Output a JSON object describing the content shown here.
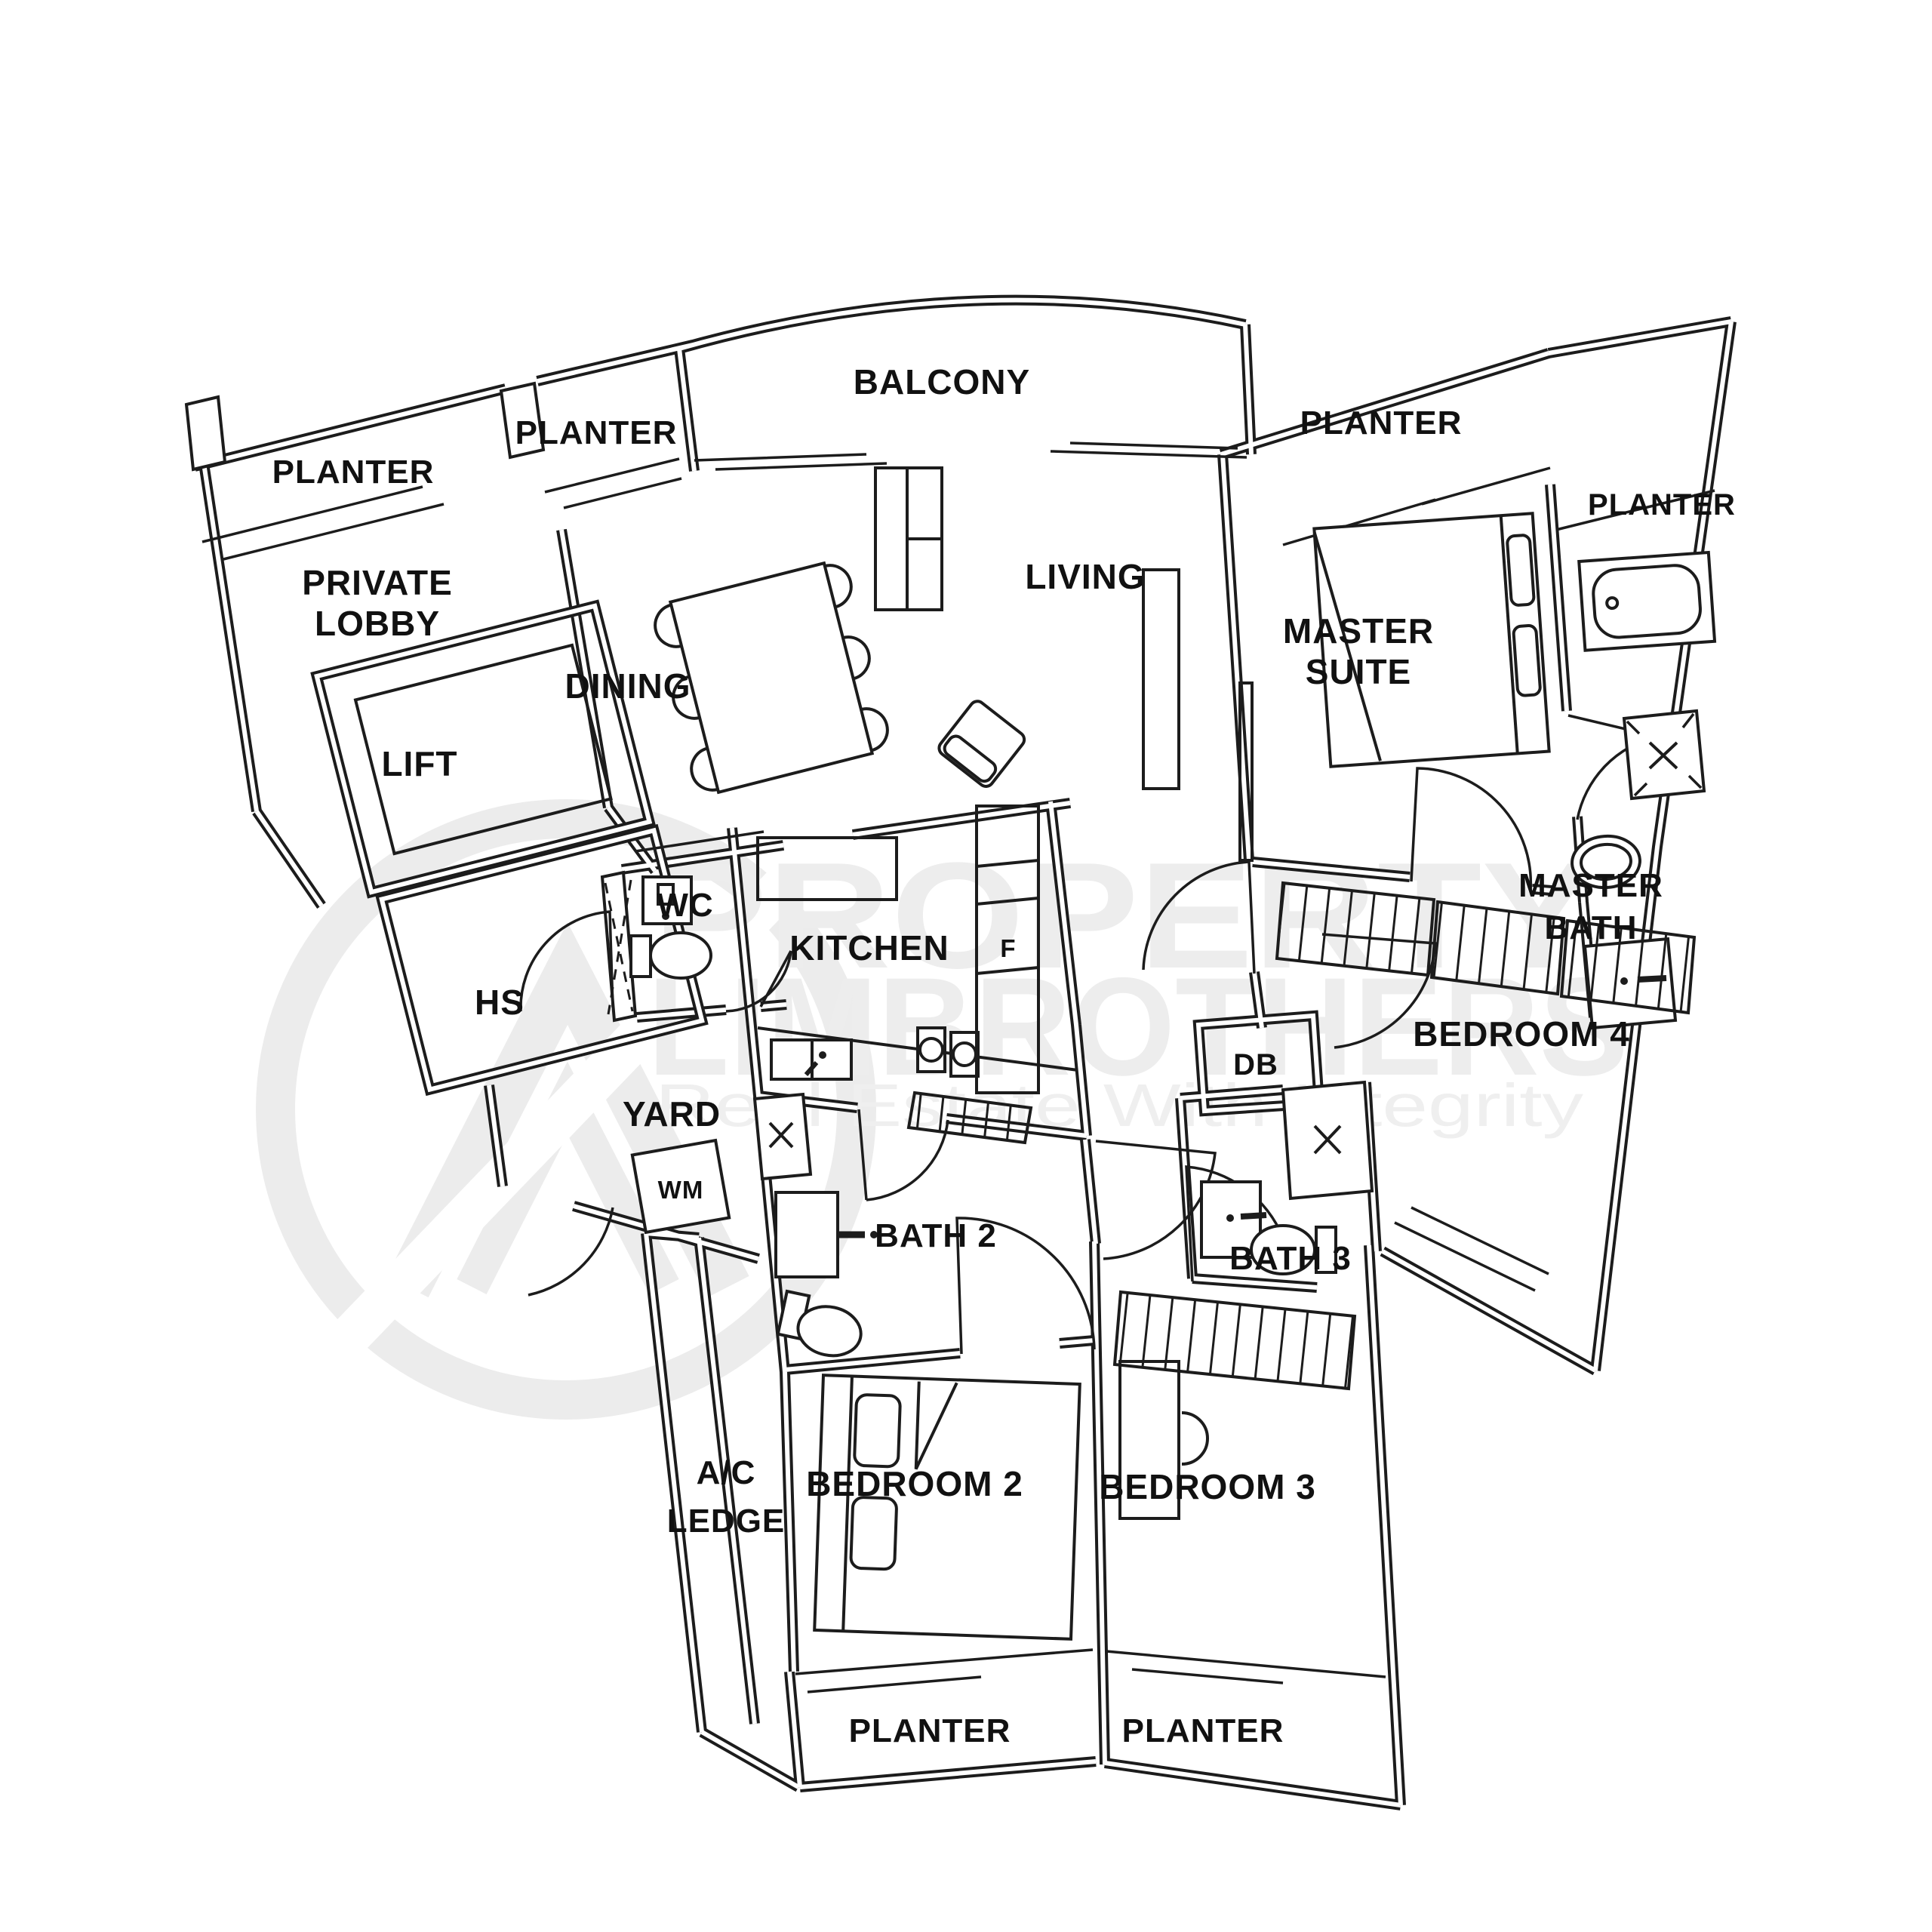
{
  "watermark": {
    "brand_top": "PROPERTY",
    "brand_bottom": "LIMBROTHERS",
    "tagline": "Real Estate With Integrity"
  },
  "rooms": {
    "balcony": "BALCONY",
    "planter": "PLANTER",
    "private_lobby_line1": "PRIVATE",
    "private_lobby_line2": "LOBBY",
    "living": "LIVING",
    "master_suite_line1": "MASTER",
    "master_suite_line2": "SUITE",
    "dining": "DINING",
    "lift": "LIFT",
    "master_bath_line1": "MASTER",
    "master_bath_line2": "BATH",
    "wc": "WC",
    "kitchen": "KITCHEN",
    "fridge": "F",
    "hs": "HS",
    "db": "DB",
    "bedroom4": "BEDROOM 4",
    "yard": "YARD",
    "wm": "WM",
    "bath2": "BATH 2",
    "bath3": "BATH 3",
    "ac_ledge_line1": "A/C",
    "ac_ledge_line2": "LEDGE",
    "bedroom2": "BEDROOM 2",
    "bedroom3": "BEDROOM 3"
  }
}
